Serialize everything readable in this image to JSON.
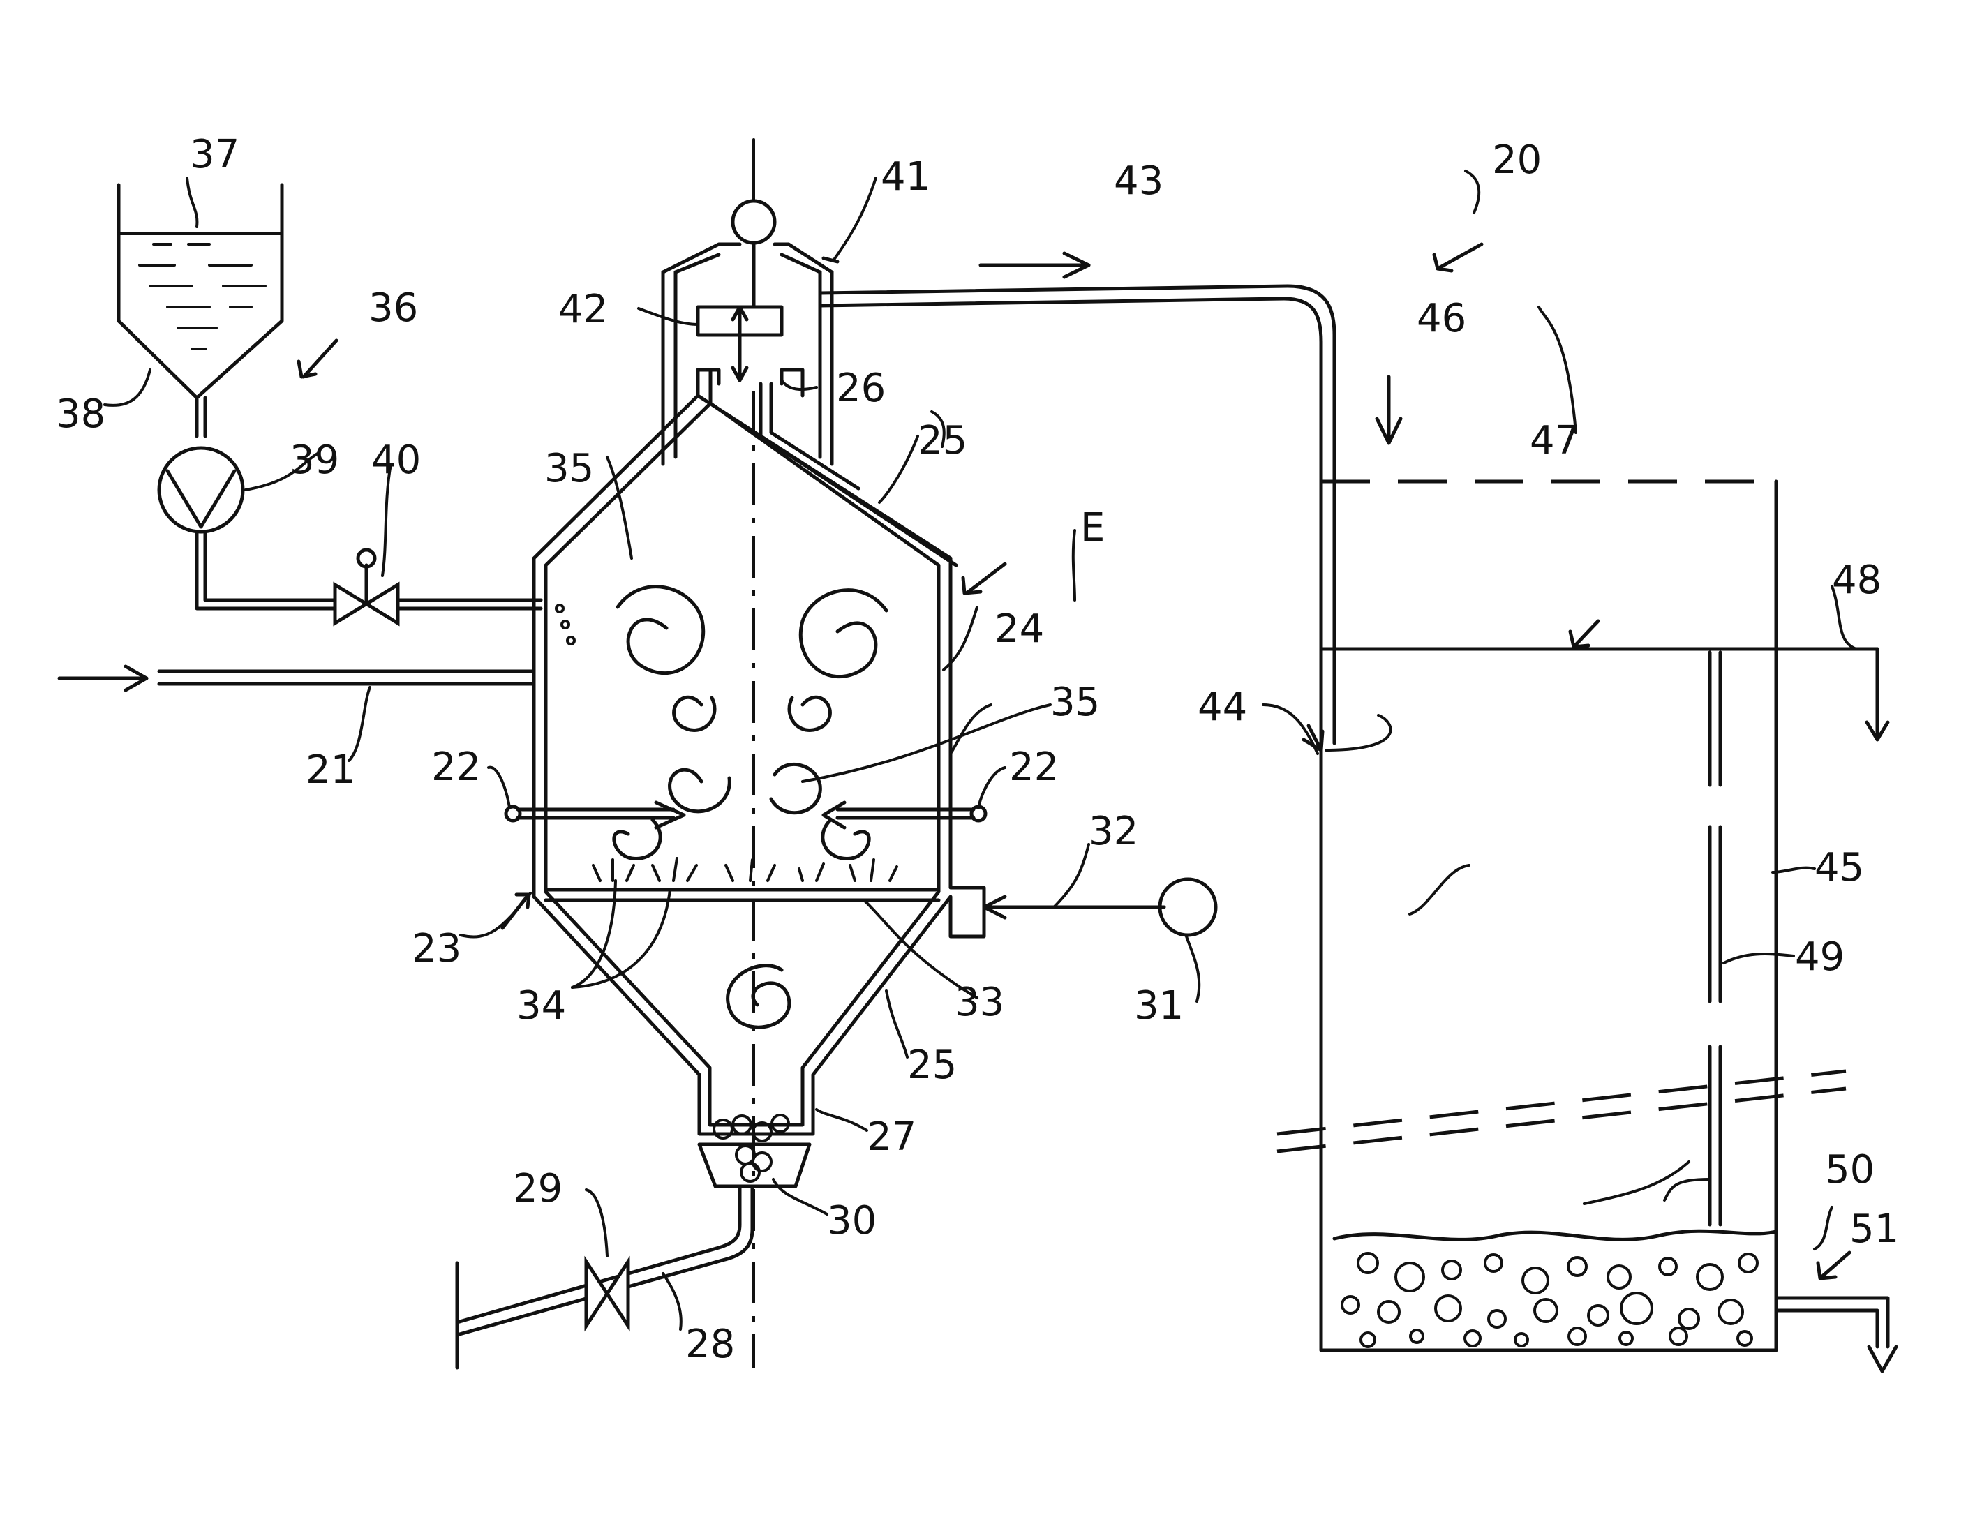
{
  "figure": {
    "labels": {
      "l20": "20",
      "l21": "21",
      "l22a": "22",
      "l22b": "22",
      "l23": "23",
      "l24": "24",
      "l25a": "25",
      "l25b": "25",
      "l26": "26",
      "l27": "27",
      "l28": "28",
      "l29": "29",
      "l30": "30",
      "l31": "31",
      "l32": "32",
      "l33": "33",
      "l34": "34",
      "l35a": "35",
      "l35b": "35",
      "l36": "36",
      "l37": "37",
      "l38": "38",
      "l39": "39",
      "l40": "40",
      "l41": "41",
      "l42": "42",
      "l43": "43",
      "l44": "44",
      "l45": "45",
      "l46": "46",
      "l47": "47",
      "l48": "48",
      "l49": "49",
      "l50": "50",
      "l51": "51",
      "lE": "E"
    }
  }
}
